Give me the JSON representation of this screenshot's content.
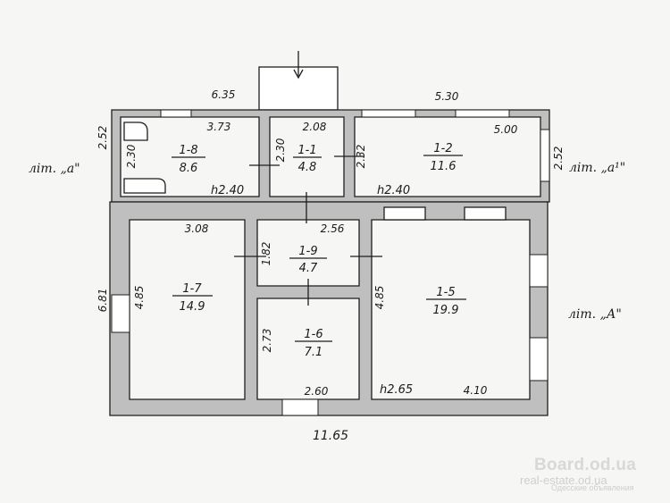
{
  "rooms": {
    "r18": {
      "id": "1-8",
      "area": "8.6",
      "height": "h2.40"
    },
    "r11": {
      "id": "1-1",
      "area": "4.8"
    },
    "r12": {
      "id": "1-2",
      "area": "11.6",
      "height": "h2.40"
    },
    "r17": {
      "id": "1-7",
      "area": "14.9"
    },
    "r19": {
      "id": "1-9",
      "area": "4.7"
    },
    "r15": {
      "id": "1-5",
      "area": "19.9",
      "height": "h2.65"
    },
    "r16": {
      "id": "1-6",
      "area": "7.1"
    }
  },
  "dimensions": {
    "top_left": "6.35",
    "top_right": "5.30",
    "r18_width": "3.73",
    "r11_width": "2.08",
    "r12_width": "5.00",
    "left_top_height": "2.52",
    "r18_height": "2.30",
    "r11_height": "2.30",
    "r12_height": "2.32",
    "right_top_height": "2.52",
    "r17_width": "3.08",
    "r19_width": "2.56",
    "r19_height": "1.82",
    "left_total": "6.81",
    "r17_height": "4.85",
    "r15_height": "4.85",
    "r16_height": "2.73",
    "r16_width": "2.60",
    "r15_width": "4.10",
    "bottom_total": "11.65"
  },
  "labels": {
    "lit_a_lower": "літ. „а\"",
    "lit_a1": "літ. „а¹\"",
    "lit_a_upper": "літ. „А\""
  },
  "watermark": {
    "brand": "Board.od.ua",
    "site": "real-estate.od.ua",
    "tagline": "Одесские объявления"
  }
}
